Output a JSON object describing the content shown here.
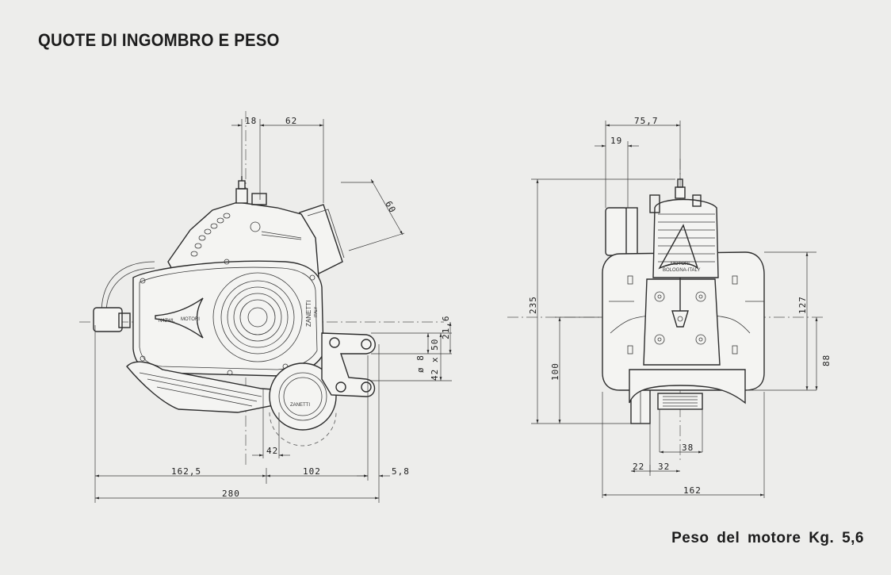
{
  "title": "QUOTE DI INGOMBRO E PESO",
  "weight": "Peso del motore Kg. 5,6",
  "side_view": {
    "dim_top_1": "18",
    "dim_top_2": "62",
    "dim_diag": "60",
    "dim_phi": "ø 8",
    "dim_42x50": "42 x 50",
    "dim_21_6": "21,6",
    "dim_42": "42",
    "dim_162_5": "162,5",
    "dim_102": "102",
    "dim_5_8": "5,8",
    "dim_280": "280",
    "brand": "ZANETTI",
    "brand_sub": "ITALY"
  },
  "front_view": {
    "dim_75_7": "75,7",
    "dim_19": "19",
    "dim_235": "235",
    "dim_100": "100",
    "dim_127": "127",
    "dim_88": "88",
    "dim_38": "38",
    "dim_22": "22",
    "dim_32": "32",
    "dim_162": "162"
  }
}
